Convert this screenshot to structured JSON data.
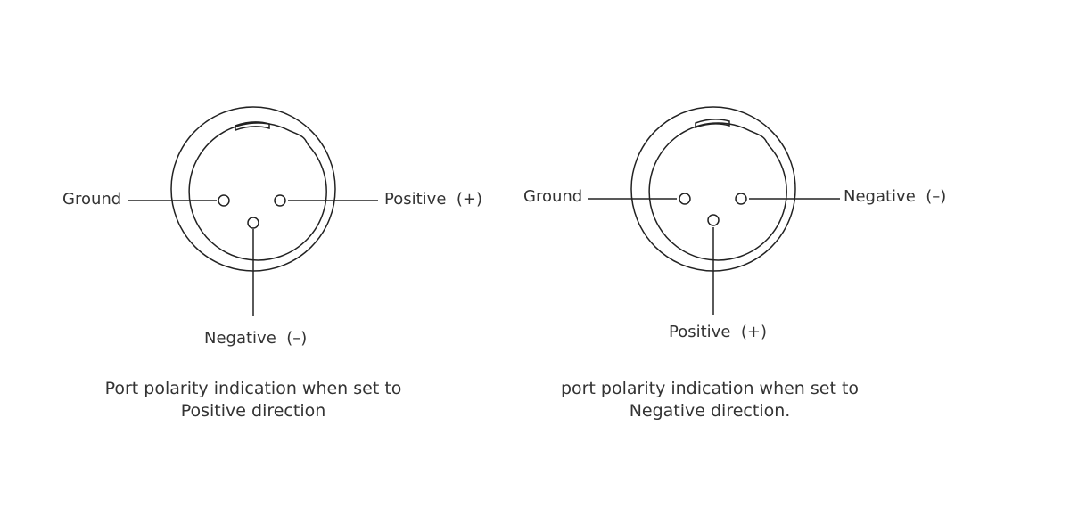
{
  "colors": {
    "line": "#222222",
    "text": "#333333",
    "background": "#ffffff"
  },
  "connectors": [
    {
      "id": "positive-direction",
      "labels": {
        "left": "Ground",
        "right": "Positive  (+)",
        "bottom": "Negative  (–)"
      },
      "caption": {
        "line1": "Port polarity indication when set to",
        "line2": "Positive direction"
      }
    },
    {
      "id": "negative-direction",
      "labels": {
        "left": "Ground",
        "right": "Negative  (–)",
        "bottom": "Positive  (+)"
      },
      "caption": {
        "line1": "port polarity indication when set to",
        "line2": "Negative direction."
      }
    }
  ]
}
